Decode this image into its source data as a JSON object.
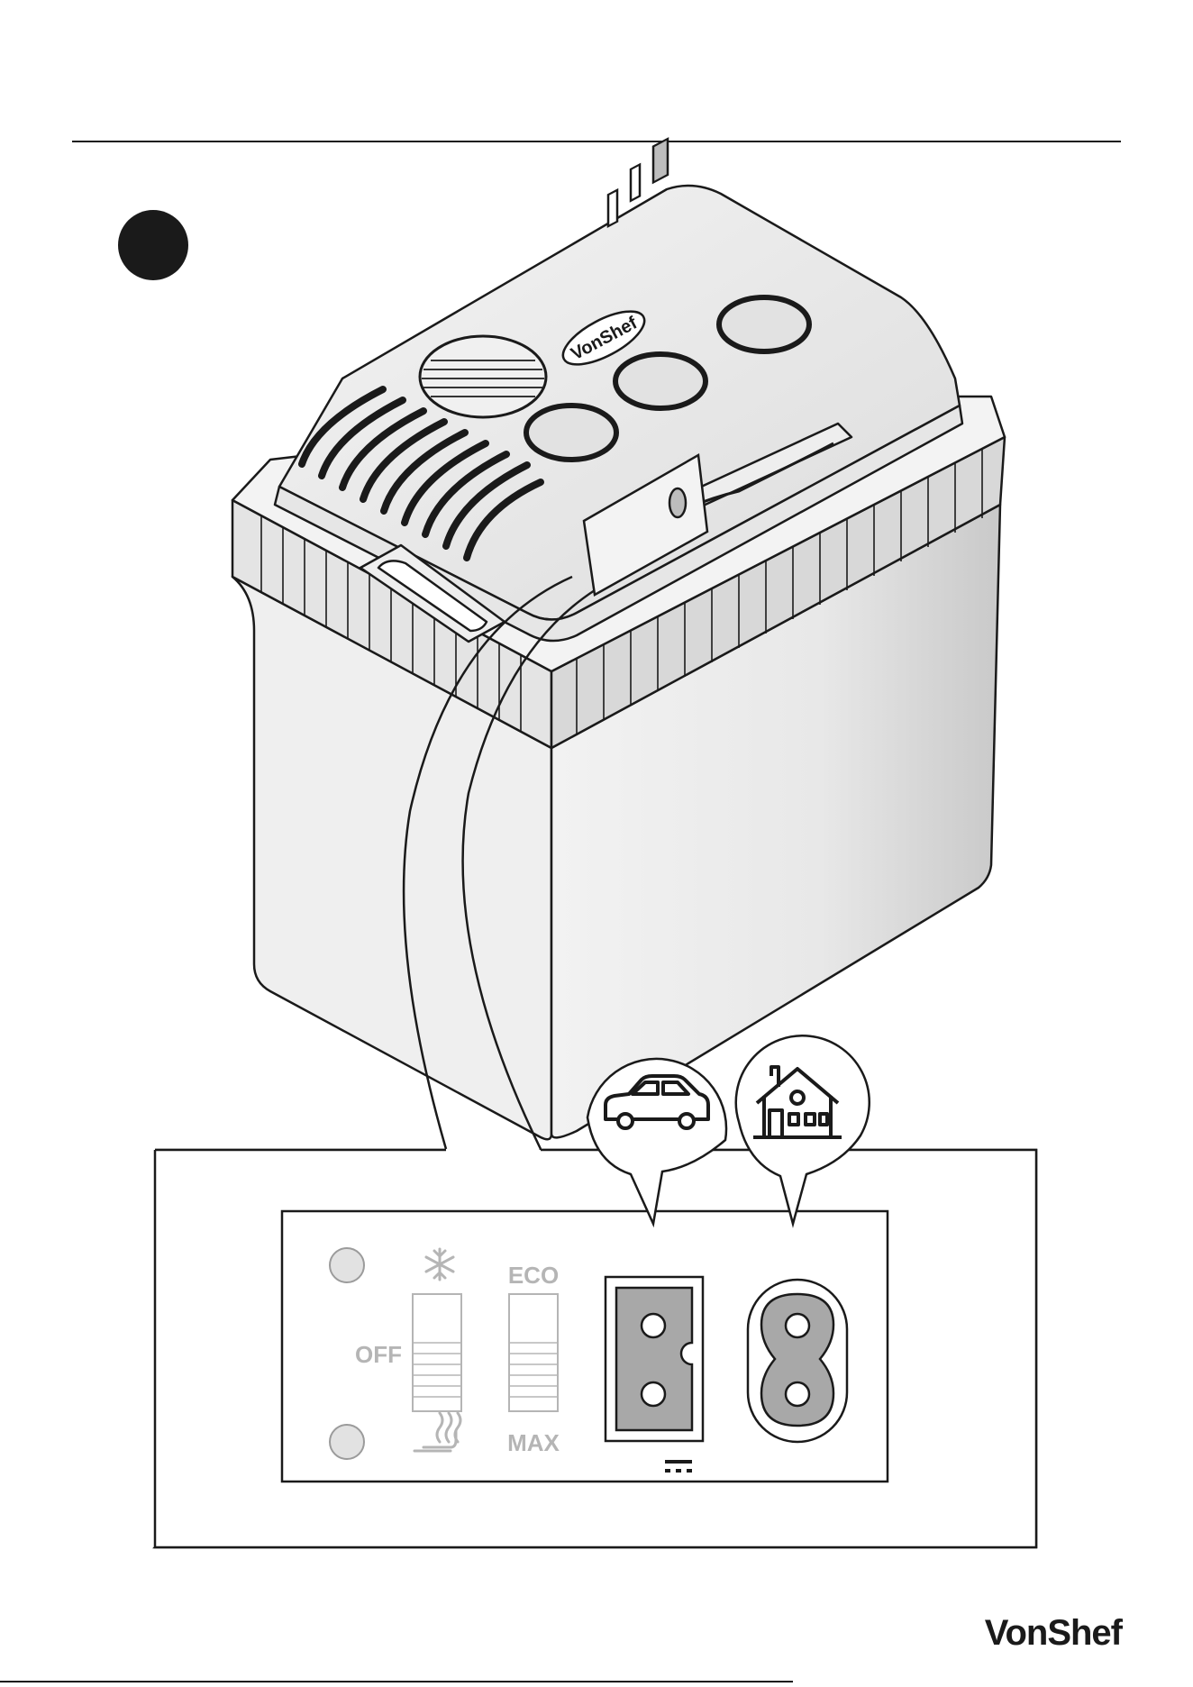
{
  "brand": {
    "name": "VonShef"
  },
  "lid": {
    "logo_text": "VonShef"
  },
  "panel": {
    "label_off": "OFF",
    "label_eco": "ECO",
    "label_max": "MAX",
    "icon_cool": "snowflake-icon",
    "icon_heat": "heat-icon",
    "icon_dc": "dc-symbol-icon",
    "car_icon": "car-icon",
    "home_icon": "house-icon"
  },
  "colors": {
    "body_fill": "#e9e9e9",
    "outline": "#1a1a1a",
    "socket_fill": "#a8a8a8",
    "label_gray": "#b5b5b5"
  }
}
